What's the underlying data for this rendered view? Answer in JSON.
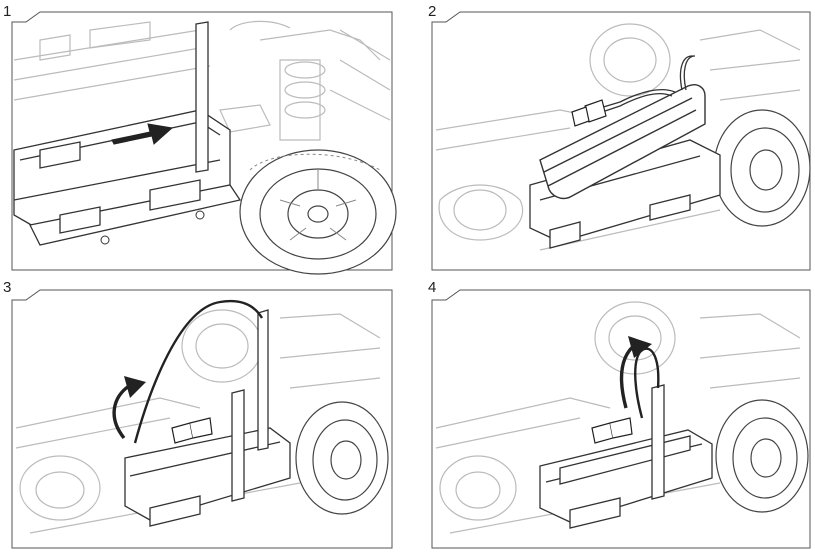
{
  "steps": [
    {
      "number": "1",
      "illustration": "battery-tray-slide-in",
      "arrow_icon": "straight-arrow-icon"
    },
    {
      "number": "2",
      "illustration": "battery-placement",
      "arrow_icon": ""
    },
    {
      "number": "3",
      "illustration": "strap-routing-over",
      "arrow_icon": "curved-arrow-icon"
    },
    {
      "number": "4",
      "illustration": "strap-securing",
      "arrow_icon": "curved-arrow-icon"
    }
  ],
  "colors": {
    "line": "#3a3a3a",
    "light": "#b8b8b8",
    "frame": "#555555",
    "fill": "#ffffff"
  }
}
